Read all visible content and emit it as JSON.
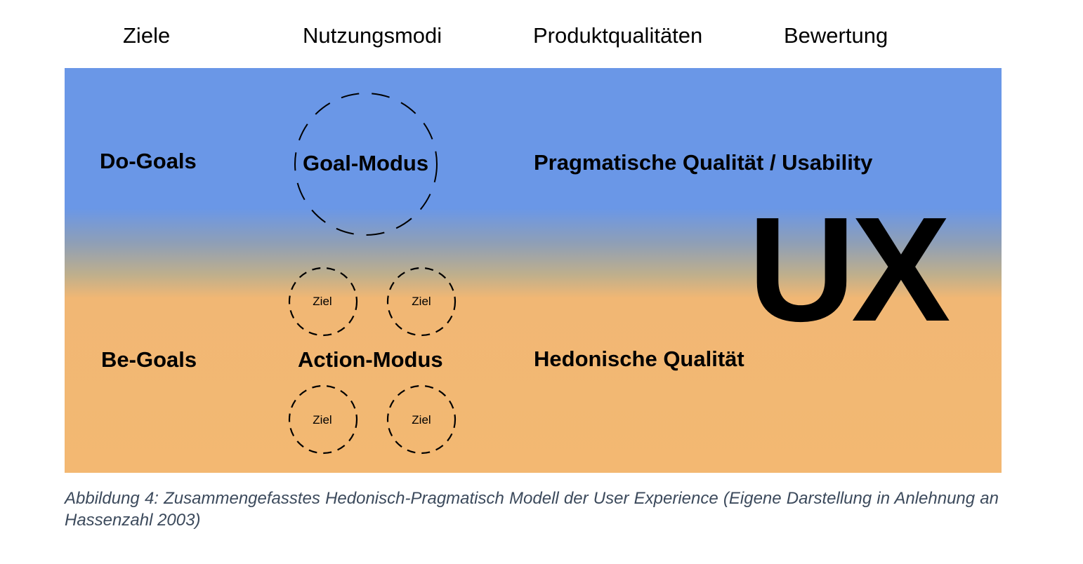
{
  "headers": {
    "ziele": "Ziele",
    "nutzungsmodi": "Nutzungsmodi",
    "produktqualitaeten": "Produktqualitäten",
    "bewertung": "Bewertung"
  },
  "goals": {
    "do": "Do-Goals",
    "be": "Be-Goals"
  },
  "modes": {
    "goal": "Goal-Modus",
    "action": "Action-Modus",
    "ziel_items": [
      "Ziel",
      "Ziel",
      "Ziel",
      "Ziel"
    ]
  },
  "qualities": {
    "pragmatic": "Pragmatische Qualität / Usability",
    "hedonic": "Hedonische Qualität"
  },
  "evaluation": {
    "ux": "UX"
  },
  "caption": "Abbildung 4: Zusammengefasstes Hedonisch-Pragmatisch Modell der User Experience (Eigene Darstellung in Anlehnung an Hassenzahl 2003)",
  "colors": {
    "top_band": "#6a97e7",
    "bottom_band": "#f3b872",
    "caption_text": "#3c4a5c"
  }
}
